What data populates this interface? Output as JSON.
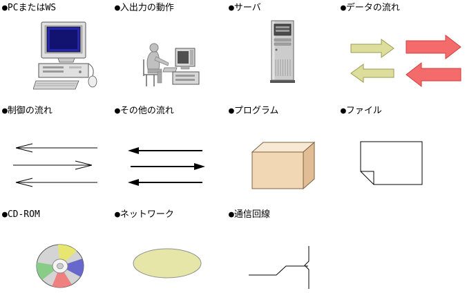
{
  "legend": {
    "items": [
      {
        "id": "pc-or-ws",
        "label": "●PCまたはWS",
        "icon": "desktop-computer-icon"
      },
      {
        "id": "io-operation",
        "label": "●入出力の動作",
        "icon": "person-at-computer-icon"
      },
      {
        "id": "server",
        "label": "●サーバ",
        "icon": "server-tower-icon"
      },
      {
        "id": "data-flow",
        "label": "●データの流れ",
        "icon": "data-flow-arrows-icon"
      },
      {
        "id": "control-flow",
        "label": "●制御の流れ",
        "icon": "control-flow-arrows-icon"
      },
      {
        "id": "other-flow",
        "label": "●その他の流れ",
        "icon": "other-flow-arrows-icon"
      },
      {
        "id": "program",
        "label": "●プログラム",
        "icon": "program-box-icon"
      },
      {
        "id": "file",
        "label": "●ファイル",
        "icon": "file-shape-icon"
      },
      {
        "id": "cd-rom",
        "label": "●CD-ROM",
        "icon": "cd-rom-disc-icon"
      },
      {
        "id": "network",
        "label": "●ネットワーク",
        "icon": "network-ellipse-icon"
      },
      {
        "id": "comm-line",
        "label": "●通信回線",
        "icon": "communication-line-icon"
      }
    ],
    "colors": {
      "data_flow_yellow": "#dede9c",
      "data_flow_yellow_outline": "#9a9a50",
      "data_flow_red": "#f46b6b",
      "data_flow_red_outline": "#d23c3c",
      "program_front": "#f2d7b5",
      "program_top": "#f8e9d4",
      "program_side": "#e0bd94",
      "network_fill": "#e6e6a8",
      "monitor_screen_blue": "#2626a8",
      "cd_yellow": "#e6e670",
      "cd_blue": "#6868cc",
      "cd_red": "#ee8080",
      "cd_green": "#88cc88"
    }
  }
}
